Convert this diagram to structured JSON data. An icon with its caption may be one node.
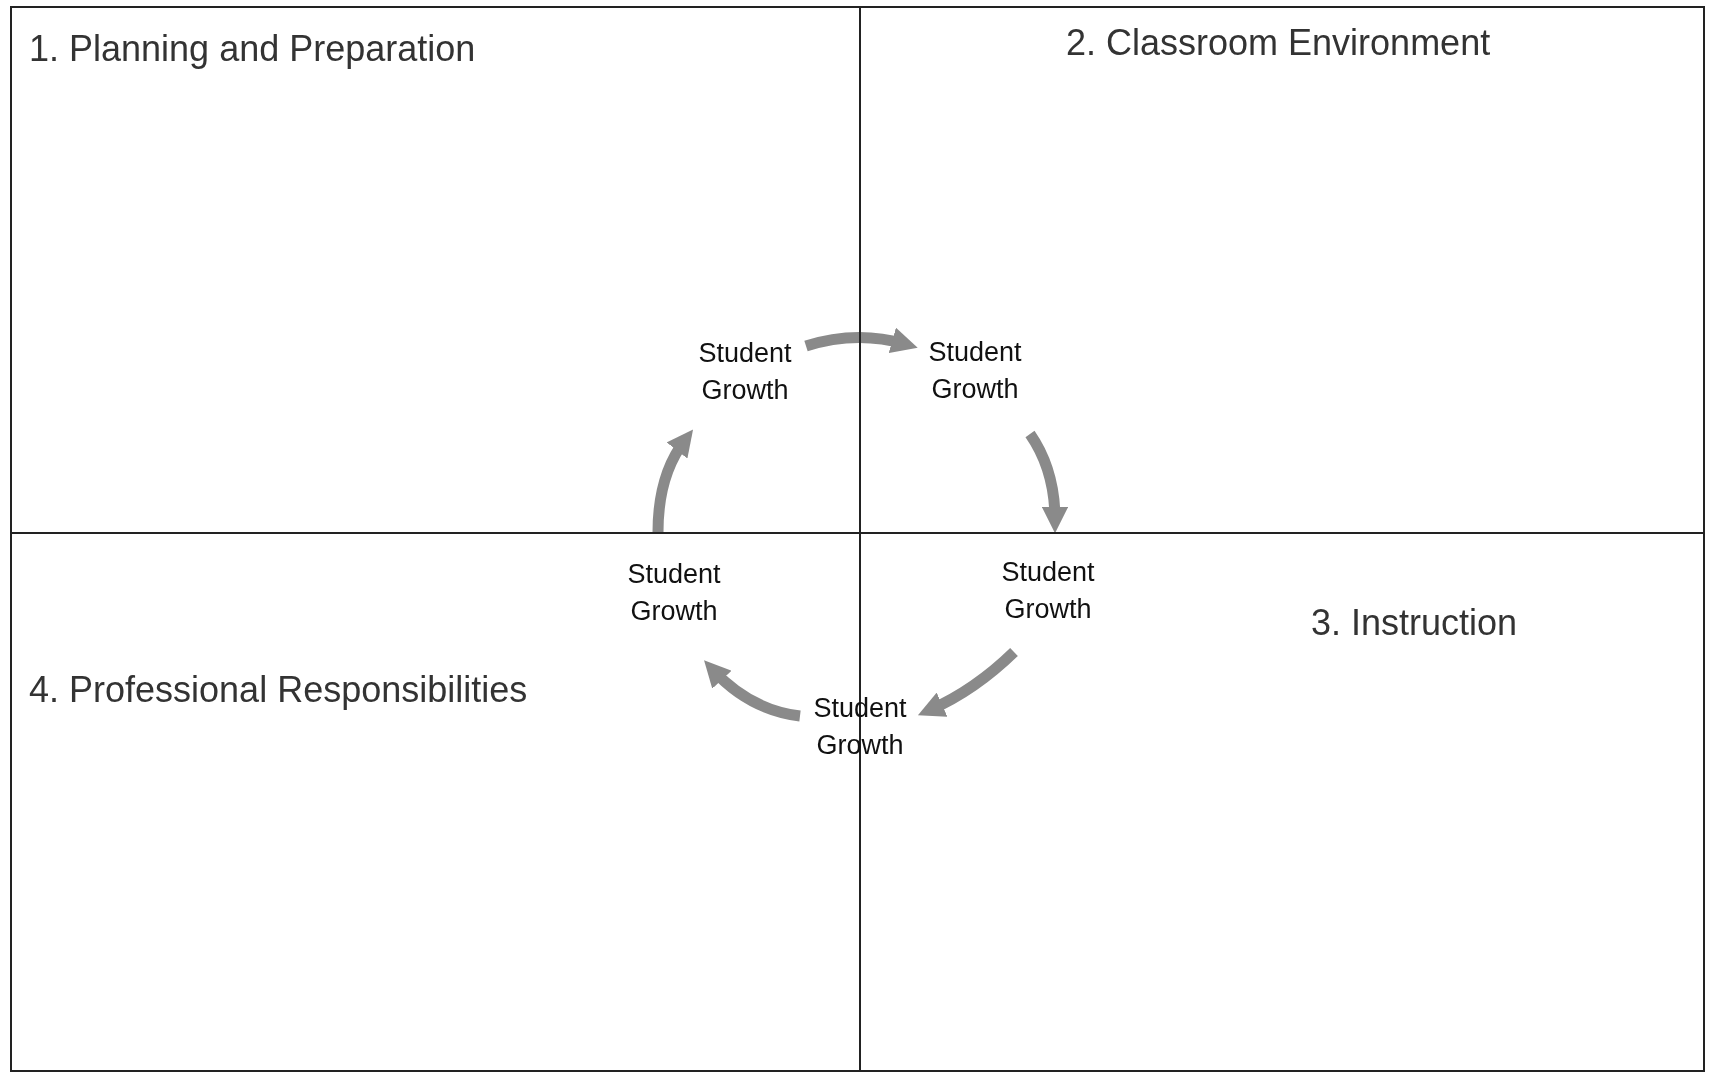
{
  "diagram": {
    "nodes": [
      {
        "text": [
          "1. Planning and Preparation"
        ]
      },
      {
        "text": [
          "Student Growth"
        ],
        "in": 0
      },
      {
        "text": [
          "2.  Classroom Environment"
        ]
      },
      {
        "text": [
          "Student Growth"
        ],
        "in": 2
      },
      {
        "text": [
          "3. Instruction"
        ]
      },
      {
        "text": [
          "Student Growth"
        ],
        "in": 4
      },
      {
        "text": [
          "4. Professional Responsibilities"
        ]
      },
      {
        "text": [
          "Student Growth"
        ],
        "in": 6
      },
      {
        "text": [
          "Student Growth"
        ]
      }
    ],
    "edges": [
      {
        "from": 1,
        "to": 3,
        "arrow": "to"
      },
      {
        "from": 3,
        "to": 5,
        "arrow": "to"
      },
      {
        "from": 5,
        "to": 8,
        "arrow": "to"
      },
      {
        "from": 8,
        "to": 7,
        "arrow": "to"
      },
      {
        "from": 7,
        "to": 1,
        "arrow": "to"
      }
    ]
  }
}
